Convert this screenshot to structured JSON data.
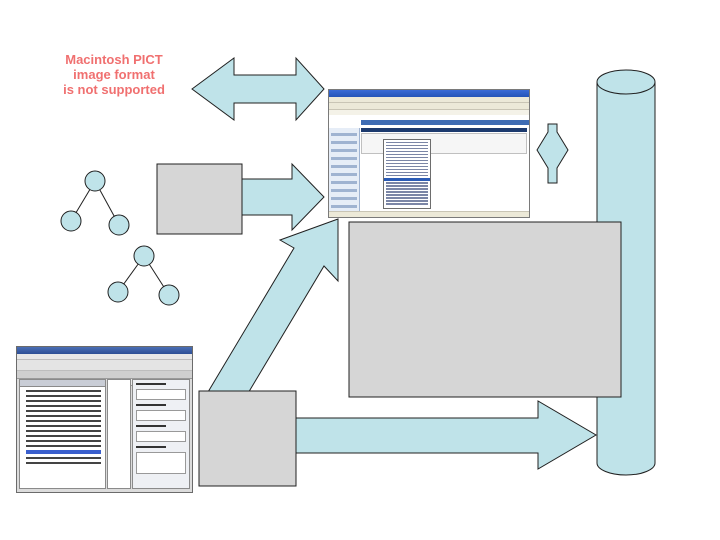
{
  "pict_placeholder": {
    "line1": "Macintosh PICT",
    "line2": "image format",
    "line3": "is not supported"
  },
  "colors": {
    "shape_fill": "#bfe3e9",
    "shape_stroke": "#202020",
    "gray_box_fill": "#d6d6d6",
    "pict_text": "#f07070"
  },
  "screenshots": {
    "web_browser": "web-browser-screenshot",
    "ontology_editor": "ontology-editor-screenshot"
  }
}
